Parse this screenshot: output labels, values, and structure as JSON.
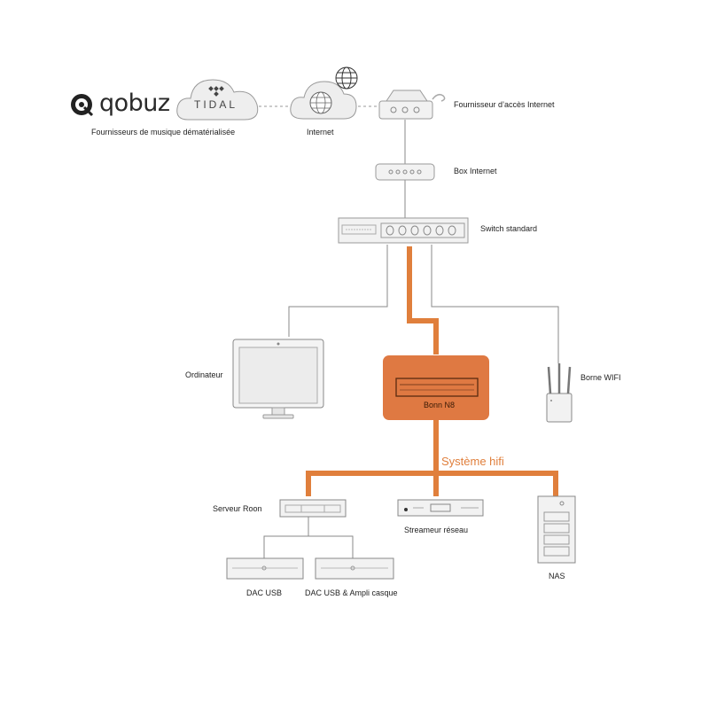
{
  "colors": {
    "accent": "#e07f3c",
    "box_orange": "#df7942",
    "line_grey": "#8a8a8a",
    "device_fill": "#f2f2f2",
    "device_stroke": "#9a9a9a"
  },
  "brands": {
    "qobuz": "qobuz",
    "tidal": "TIDAL"
  },
  "labels": {
    "music_providers": "Fournisseurs de musique dématérialisée",
    "internet": "Internet",
    "isp": "Fournisseur d’accès Internet",
    "box": "Box Internet",
    "switch": "Switch standard",
    "computer": "Ordinateur",
    "center_device": "Bonn N8",
    "wifi": "Borne WIFI",
    "hifi_system": "Système hifi",
    "roon_server": "Serveur Roon",
    "streamer": "Streameur réseau",
    "nas": "NAS",
    "dac_usb": "DAC USB",
    "dac_headphone": "DAC USB & Ampli casque"
  },
  "icons": [
    "qobuz-logo-icon",
    "tidal-cloud-icon",
    "internet-cloud-icon",
    "globe-icon",
    "modem-icon",
    "box-icon",
    "switch-icon",
    "monitor-icon",
    "wifi-router-icon",
    "server-icon",
    "streamer-icon",
    "nas-icon",
    "dac-icon"
  ]
}
